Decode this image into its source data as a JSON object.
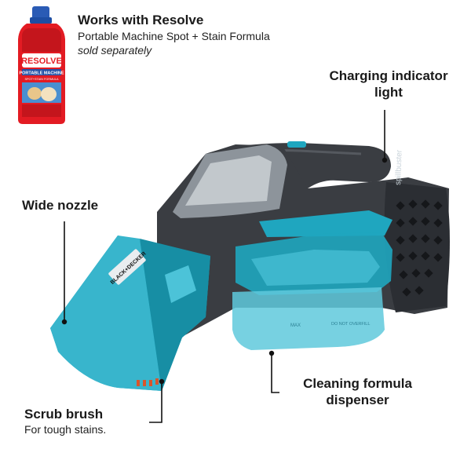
{
  "resolve": {
    "title": "Works with Resolve",
    "subtitle": "Portable Machine Spot + Stain Formula",
    "note": "sold separately",
    "bottle_brand": "RESOLVE",
    "bottle_line": "PORTABLE MACHINE",
    "bottle_sub": "SPOT+STAIN FORMULA"
  },
  "device": {
    "brand_badge": "BLACK+DECKER",
    "side_label": "spillbuster",
    "tank_label": "MAX",
    "tank_warning": "DO NOT OVERFILL"
  },
  "callouts": {
    "charging_line1": "Charging indicator",
    "charging_line2": "light",
    "nozzle": "Wide nozzle",
    "formula_line1": "Cleaning formula",
    "formula_line2": "dispenser",
    "scrub_title": "Scrub brush",
    "scrub_sub": "For tough stains."
  },
  "colors": {
    "accent_teal": "#1fa6bf",
    "bottle_red": "#e31b23",
    "body_gray": "#3a3d42"
  }
}
